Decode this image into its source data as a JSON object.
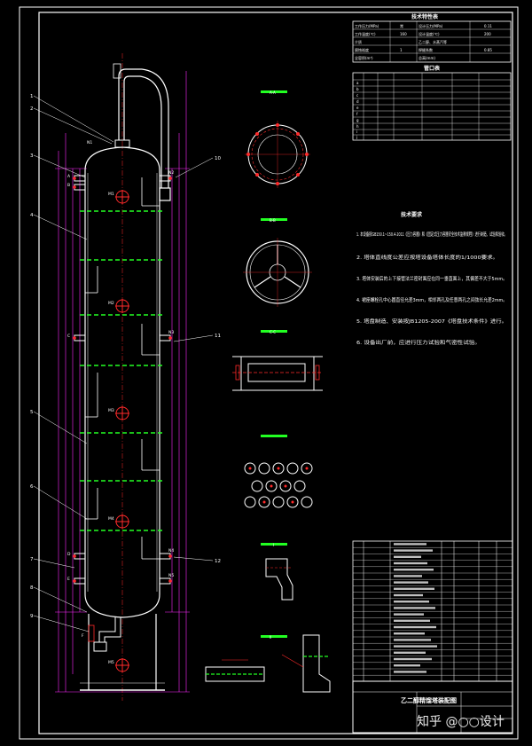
{
  "drawing": {
    "title_block_name": "乙二醇精馏塔装配图",
    "watermark": "知乎 @○○设计",
    "tech_spec_title": "技术特性表",
    "nozzle_table_title": "管口表",
    "tech_req_title": "技术要求",
    "tech_requirements": [
      "1. 本设备按GB150.1~150.4-2011《压力容器》和《固定式压力容器安全技术监察规程》进行制造、试验和验收。",
      "2. 塔体直线度公差应按塔设备塔体长度的1/1000要求。",
      "3. 塔体安装后的上下接管法兰密封面应在同一垂直面上，其偏差不大于5mm。",
      "4. 裙座螺栓孔中心圆直径允差3mm，相邻两孔及任意两孔之间弦长允差2mm。",
      "5. 塔盘制造、安装按JB1205-2007《塔盘技术条件》进行。",
      "6. 设备出厂前，应进行压力试验和气密性试验。"
    ],
    "spec_rows": [
      [
        "工作压力(MPa)",
        "常",
        "设计压力(MPa)",
        "0.11"
      ],
      [
        "工作温度(℃)",
        "160",
        "设计温度(℃)",
        "200"
      ],
      [
        "介质",
        "",
        "乙二醇、水蒸汽等",
        ""
      ],
      [
        "腐蚀裕度",
        "1",
        "焊缝系数",
        "0.85"
      ],
      [
        "全容积(m³)",
        "",
        "总高(mm)",
        ""
      ]
    ],
    "nozzle_labels": [
      "a",
      "b",
      "c",
      "d",
      "e",
      "f",
      "g",
      "h",
      "i",
      "j"
    ],
    "column_labels": [
      "N1",
      "N2",
      "N3",
      "N4",
      "N5",
      "M1",
      "M2",
      "M3",
      "M4",
      "M5",
      "A",
      "B",
      "C",
      "D",
      "E",
      "F"
    ],
    "section_labels": [
      "A-A",
      "B-B",
      "C-C",
      "I",
      "II"
    ]
  }
}
